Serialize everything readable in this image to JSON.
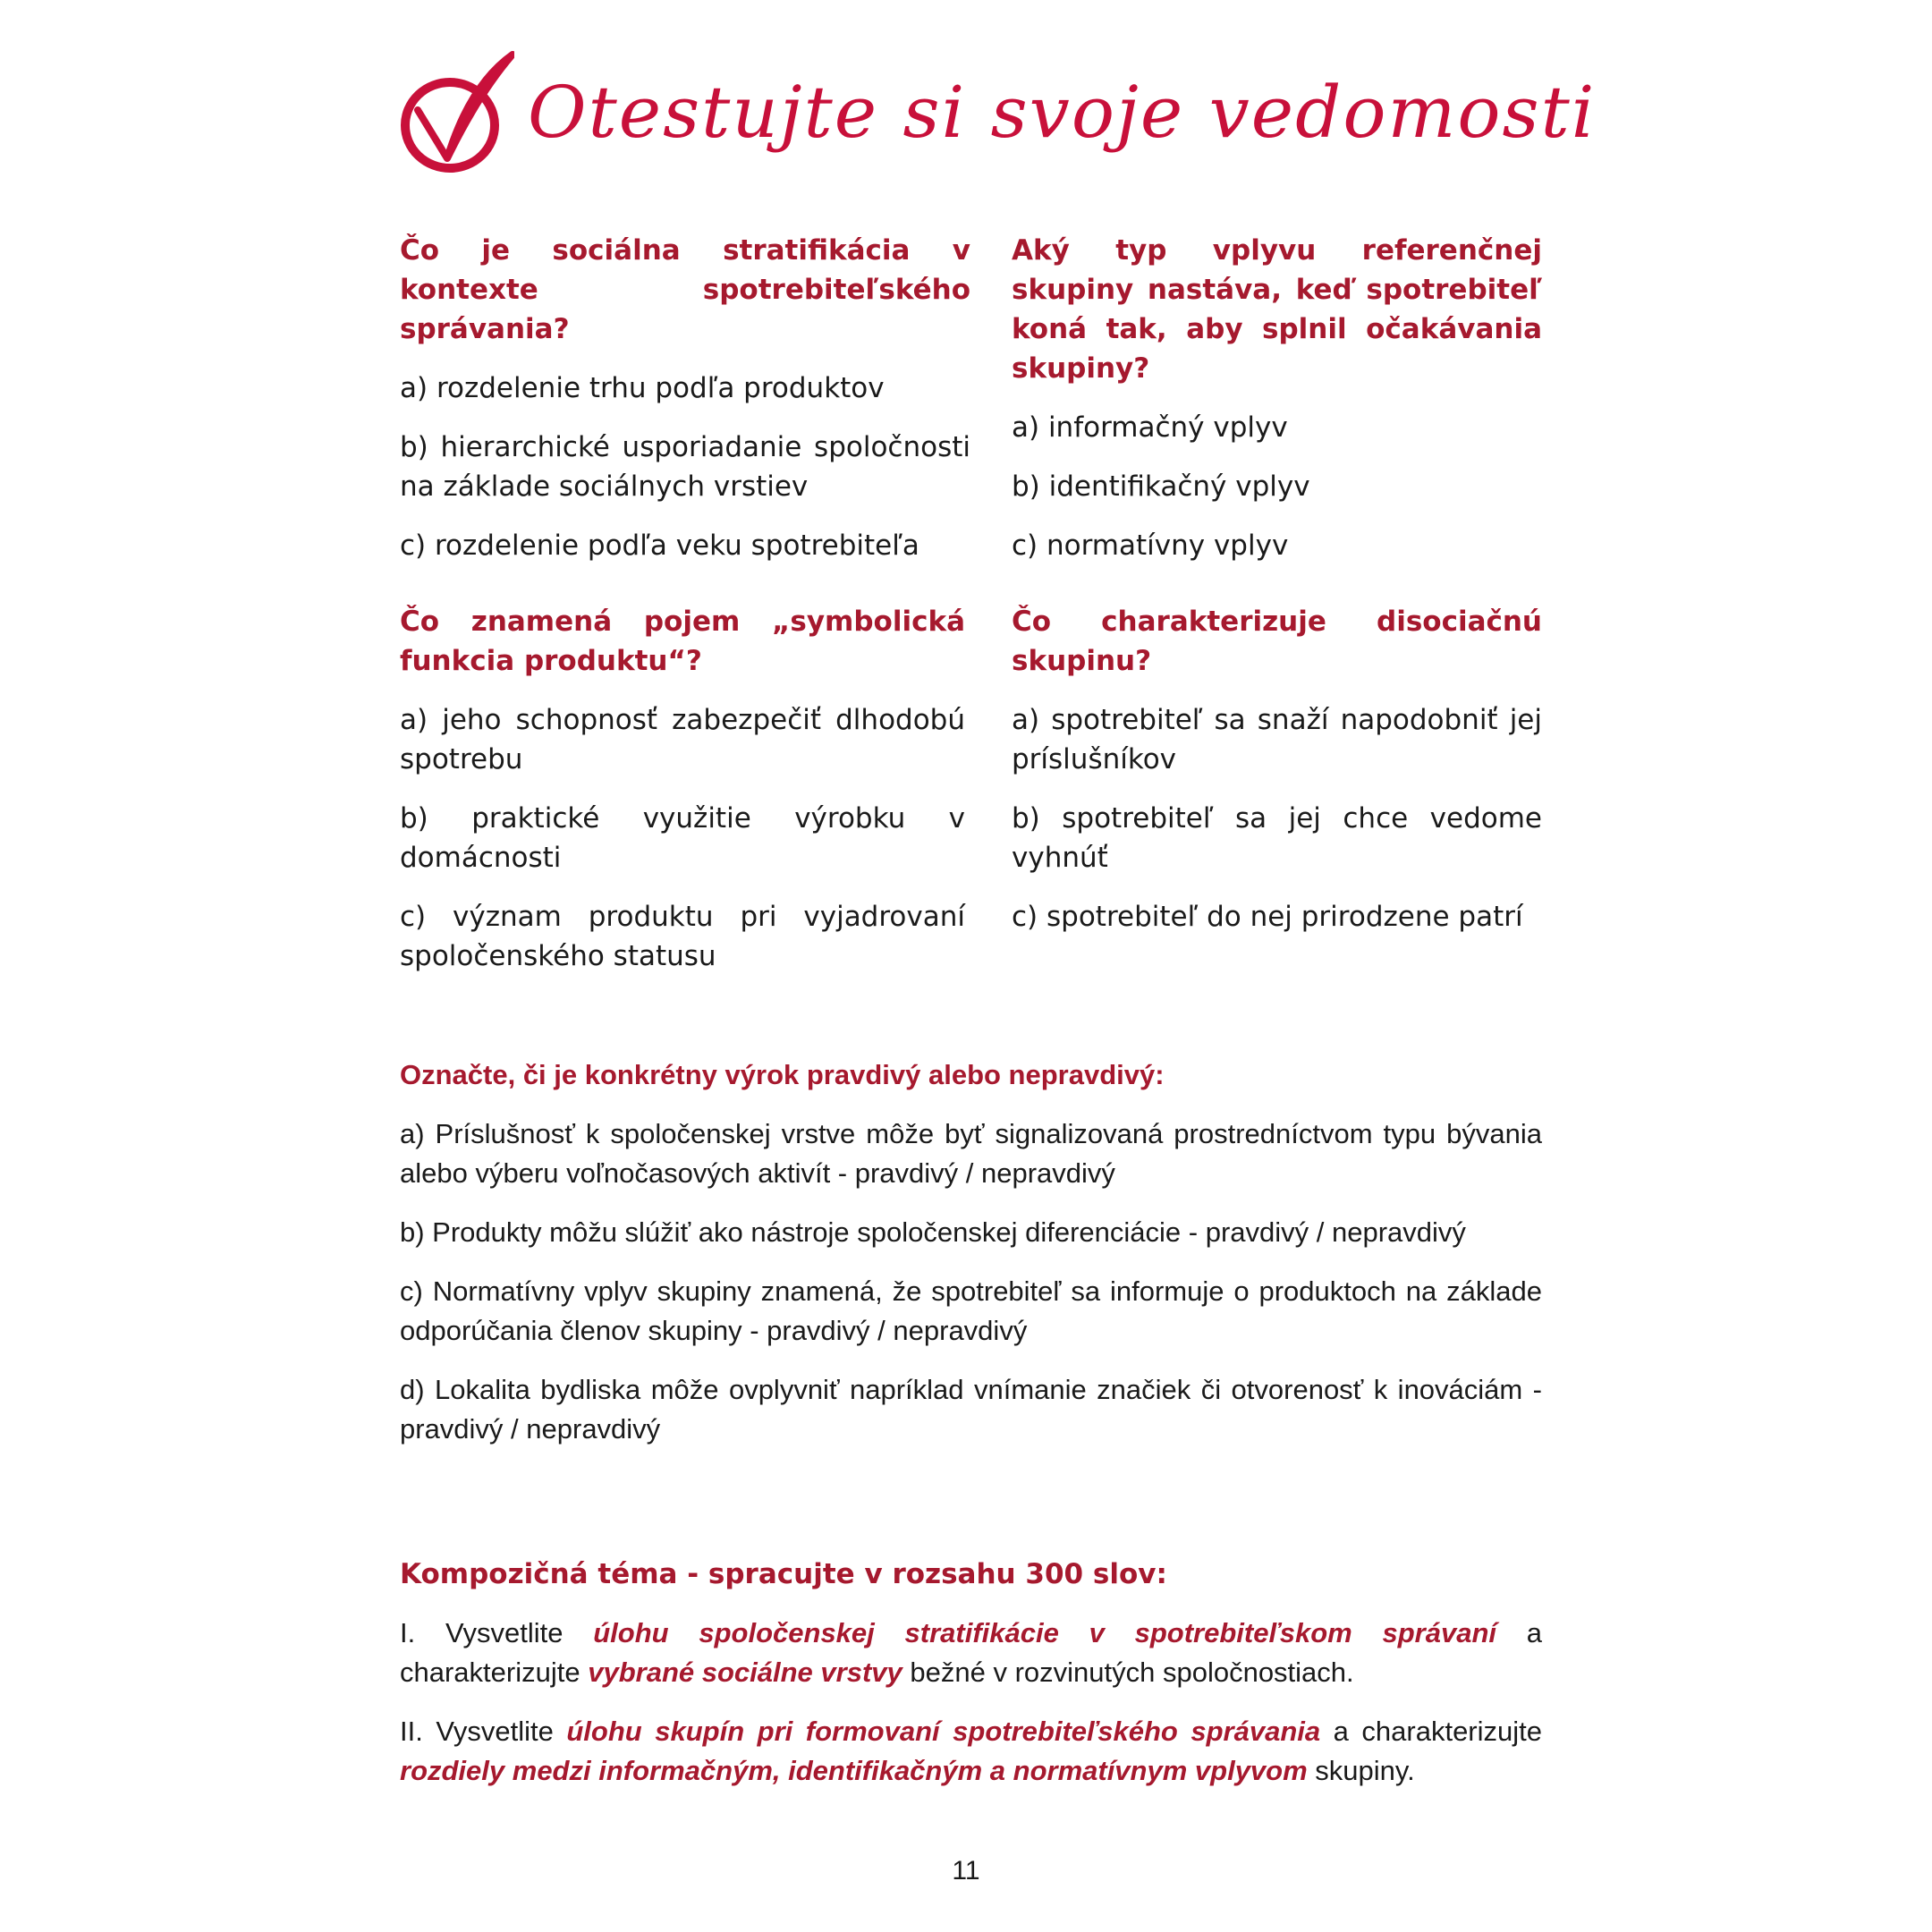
{
  "title": "Otestujte si svoje vedomosti",
  "questions": [
    {
      "question": "Čo je sociálna stratifikácia v kontexte spotrebiteľského správania?",
      "options": [
        "a) rozdelenie trhu podľa produktov",
        "b) hierarchické usporiadanie spoločnosti na základe sociálnych vrstiev",
        "c) rozdelenie podľa veku spotrebiteľa"
      ]
    },
    {
      "question": "Aký typ vplyvu referenčnej skupiny nastáva, keď spotrebiteľ koná tak, aby splnil očakávania skupiny?",
      "options": [
        "a) informačný vplyv",
        "b) identifikačný vplyv",
        "c) normatívny vplyv"
      ]
    },
    {
      "question": "Čo znamená pojem „symbolická funkcia produktu“?",
      "options": [
        "a) jeho schopnosť zabezpečiť dlhodobú spotrebu",
        "b) praktické využitie výrobku v domácnosti",
        "c) význam produktu pri vyjadrovaní spoločenského statusu"
      ]
    },
    {
      "question": "Čo charakterizuje disociačnú skupinu?",
      "options": [
        "a) spotrebiteľ sa snaží napodobniť jej príslušníkov",
        "b) spotrebiteľ sa jej chce vedome vyhnúť",
        "c) spotrebiteľ do nej prirodzene patrí"
      ]
    }
  ],
  "truefalse": {
    "heading": "Označte, či je konkrétny výrok pravdivý alebo nepravdivý:",
    "items": [
      "a) Príslušnosť k spoločenskej vrstve môže byť signalizovaná prostredníctvom typu bývania alebo výberu voľnočasových aktivít - pravdivý / nepravdivý",
      "b) Produkty môžu slúžiť ako nástroje spoločenskej diferenciácie - pravdivý / nepravdivý",
      "c) Normatívny vplyv skupiny znamená, že spotrebiteľ sa informuje o produktoch na základe odporúčania členov skupiny - pravdivý / nepravdivý",
      "d) Lokalita bydliska môže ovplyvniť napríklad vnímanie značiek či otvorenosť k inováciám - pravdivý / nepravdivý"
    ]
  },
  "essay": {
    "heading": "Kompozičná téma - spracujte v rozsahu 300 slov:",
    "i": {
      "p1": "I. Vysvetlite ",
      "e1": "úlohu spoločenskej stratifikácie v spotrebiteľskom správaní",
      "p2": " a charakterizujte ",
      "e2": "vybrané sociálne vrstvy",
      "p3": " bežné v rozvinutých spoločnostiach."
    },
    "ii": {
      "p1": "II. Vysvetlite ",
      "e1": "úlohu skupín pri formovaní spotrebiteľského správania",
      "p2": " a charakterizujte ",
      "e2": "rozdiely medzi informačným, identifikačným a normatívnym vplyvom",
      "p3": " skupiny."
    }
  },
  "page_number": "11",
  "colors": {
    "accent": "#a6192e",
    "title": "#c8103a"
  }
}
